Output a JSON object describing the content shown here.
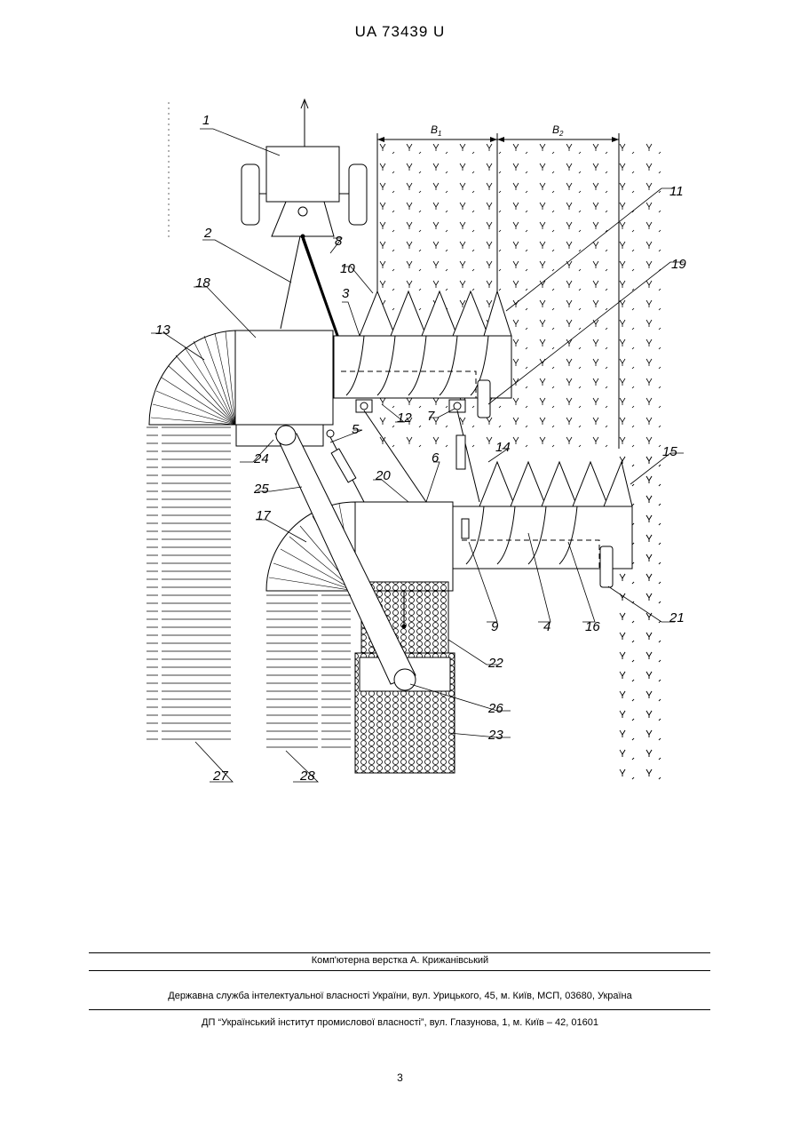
{
  "header": {
    "patent_number": "UA   73439   U"
  },
  "drawing": {
    "dimension_labels": [
      "B1",
      "B2"
    ],
    "reference_numerals": [
      "1",
      "2",
      "3",
      "4",
      "5",
      "6",
      "7",
      "8",
      "9",
      "10",
      "11",
      "12",
      "13",
      "14",
      "15",
      "16",
      "17",
      "18",
      "19",
      "20",
      "21",
      "22",
      "23",
      "24",
      "25",
      "26",
      "27",
      "28"
    ]
  },
  "footer": {
    "typesetting": "Комп'ютерна верстка А. Крижанівський",
    "agency": "Державна служба інтелектуальної власності України, вул. Урицького, 45, м. Київ, МСП, 03680, Україна",
    "institute": "ДП “Український інститут промислової власності”, вул. Глазунова, 1, м. Київ – 42, 01601"
  },
  "page_number": "3"
}
